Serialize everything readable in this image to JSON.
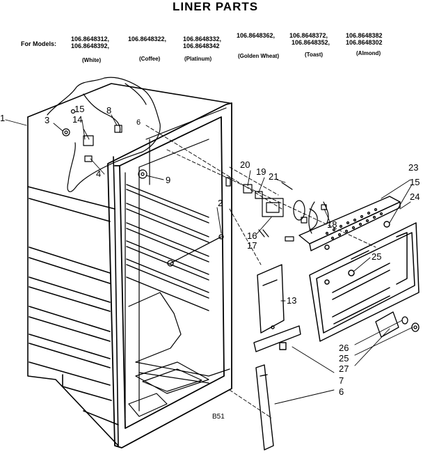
{
  "title": "LINER PARTS",
  "models": {
    "for_models_label": "For Models:",
    "columns": [
      {
        "lines": [
          "106.8648312,",
          "106.8648392,"
        ],
        "color": "(White)"
      },
      {
        "lines": [
          "106.8648322,"
        ],
        "color": "(Coffee)"
      },
      {
        "lines": [
          "106.8648332,",
          "106.8648342"
        ],
        "color": "(Platinum)"
      },
      {
        "lines": [
          "106.8648362,"
        ],
        "color": "(Golden Wheat)"
      },
      {
        "lines": [
          "106.8648372,",
          "106.8648352,"
        ],
        "color": "(Toast)"
      },
      {
        "lines": [
          "106.8648382",
          "106.8648302"
        ],
        "color": "(Almond)"
      }
    ]
  },
  "callouts": {
    "c1": "1",
    "c2": "2",
    "c3": "3",
    "c4": "4",
    "c6": "6",
    "c6b": "6",
    "c7": "7",
    "c8": "8",
    "c9": "9",
    "c13": "13",
    "c14": "14",
    "c15a": "15",
    "c15b": "15",
    "c16": "16",
    "c17": "17",
    "c18": "18",
    "c19": "19",
    "c20": "20",
    "c21": "21",
    "c23": "23",
    "c24": "24",
    "c25a": "25",
    "c25b": "25",
    "c26": "26",
    "c27": "27"
  },
  "figure_code": "B51"
}
